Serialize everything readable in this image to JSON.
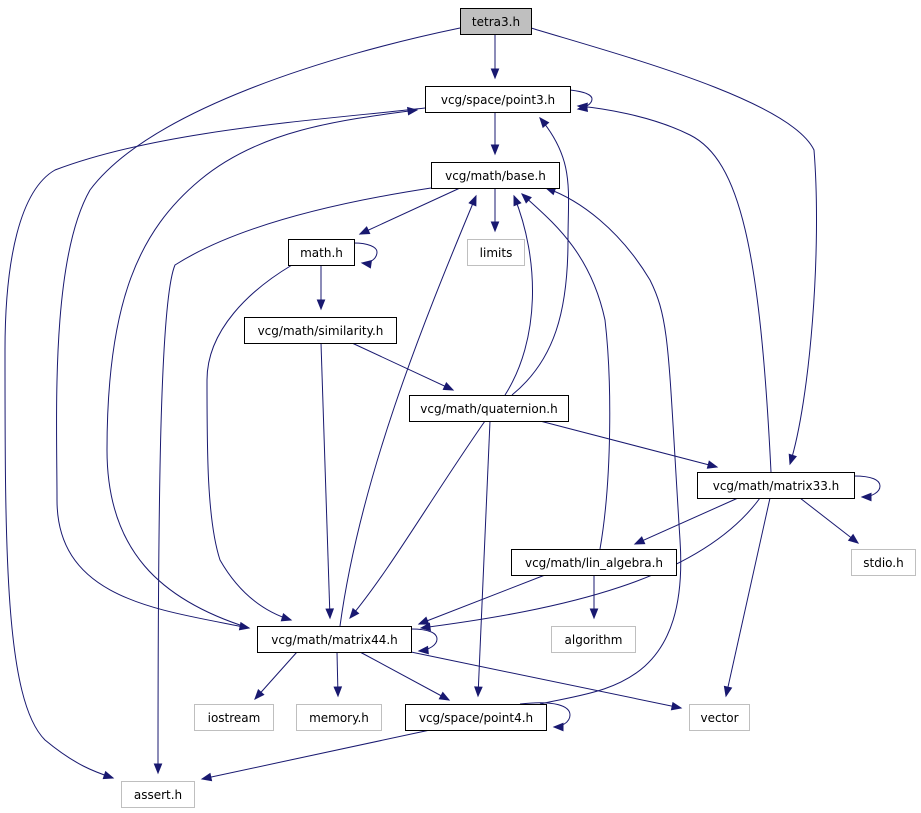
{
  "diagram": {
    "type": "include-dependency-graph",
    "edge_color": "#191970",
    "root_fill": "#bfbfbf",
    "external_border": "#bfbfbf",
    "nodes": [
      {
        "id": "tetra3",
        "label": "tetra3.h",
        "kind": "root"
      },
      {
        "id": "point3",
        "label": "vcg/space/point3.h",
        "kind": "normal"
      },
      {
        "id": "base",
        "label": "vcg/math/base.h",
        "kind": "normal"
      },
      {
        "id": "mathh",
        "label": "math.h",
        "kind": "normal"
      },
      {
        "id": "limits",
        "label": "limits",
        "kind": "external"
      },
      {
        "id": "similarity",
        "label": "vcg/math/similarity.h",
        "kind": "normal"
      },
      {
        "id": "quaternion",
        "label": "vcg/math/quaternion.h",
        "kind": "normal"
      },
      {
        "id": "matrix33",
        "label": "vcg/math/matrix33.h",
        "kind": "normal"
      },
      {
        "id": "stdio",
        "label": "stdio.h",
        "kind": "external"
      },
      {
        "id": "linalgebra",
        "label": "vcg/math/lin_algebra.h",
        "kind": "normal"
      },
      {
        "id": "matrix44",
        "label": "vcg/math/matrix44.h",
        "kind": "normal"
      },
      {
        "id": "algorithm",
        "label": "algorithm",
        "kind": "external"
      },
      {
        "id": "iostream",
        "label": "iostream",
        "kind": "external"
      },
      {
        "id": "memory",
        "label": "memory.h",
        "kind": "external"
      },
      {
        "id": "point4",
        "label": "vcg/space/point4.h",
        "kind": "normal"
      },
      {
        "id": "vector",
        "label": "vector",
        "kind": "external"
      },
      {
        "id": "assert",
        "label": "assert.h",
        "kind": "external"
      }
    ],
    "edges": [
      [
        "tetra3",
        "point3"
      ],
      [
        "tetra3",
        "matrix33"
      ],
      [
        "tetra3",
        "matrix44"
      ],
      [
        "point3",
        "point3"
      ],
      [
        "point3",
        "base"
      ],
      [
        "point3",
        "assert"
      ],
      [
        "base",
        "mathh"
      ],
      [
        "base",
        "limits"
      ],
      [
        "base",
        "assert"
      ],
      [
        "mathh",
        "mathh"
      ],
      [
        "mathh",
        "similarity"
      ],
      [
        "mathh",
        "matrix44"
      ],
      [
        "similarity",
        "quaternion"
      ],
      [
        "similarity",
        "matrix44"
      ],
      [
        "quaternion",
        "point3"
      ],
      [
        "quaternion",
        "base"
      ],
      [
        "quaternion",
        "matrix33"
      ],
      [
        "quaternion",
        "matrix44"
      ],
      [
        "quaternion",
        "point4"
      ],
      [
        "matrix33",
        "matrix33"
      ],
      [
        "matrix33",
        "point3"
      ],
      [
        "matrix33",
        "linalgebra"
      ],
      [
        "matrix33",
        "matrix44"
      ],
      [
        "matrix33",
        "stdio"
      ],
      [
        "matrix33",
        "vector"
      ],
      [
        "linalgebra",
        "base"
      ],
      [
        "linalgebra",
        "matrix44"
      ],
      [
        "linalgebra",
        "algorithm"
      ],
      [
        "matrix44",
        "matrix44"
      ],
      [
        "matrix44",
        "point3"
      ],
      [
        "matrix44",
        "base"
      ],
      [
        "matrix44",
        "iostream"
      ],
      [
        "matrix44",
        "memory"
      ],
      [
        "matrix44",
        "point4"
      ],
      [
        "matrix44",
        "vector"
      ],
      [
        "point4",
        "point4"
      ],
      [
        "point4",
        "base"
      ],
      [
        "point4",
        "assert"
      ]
    ]
  }
}
